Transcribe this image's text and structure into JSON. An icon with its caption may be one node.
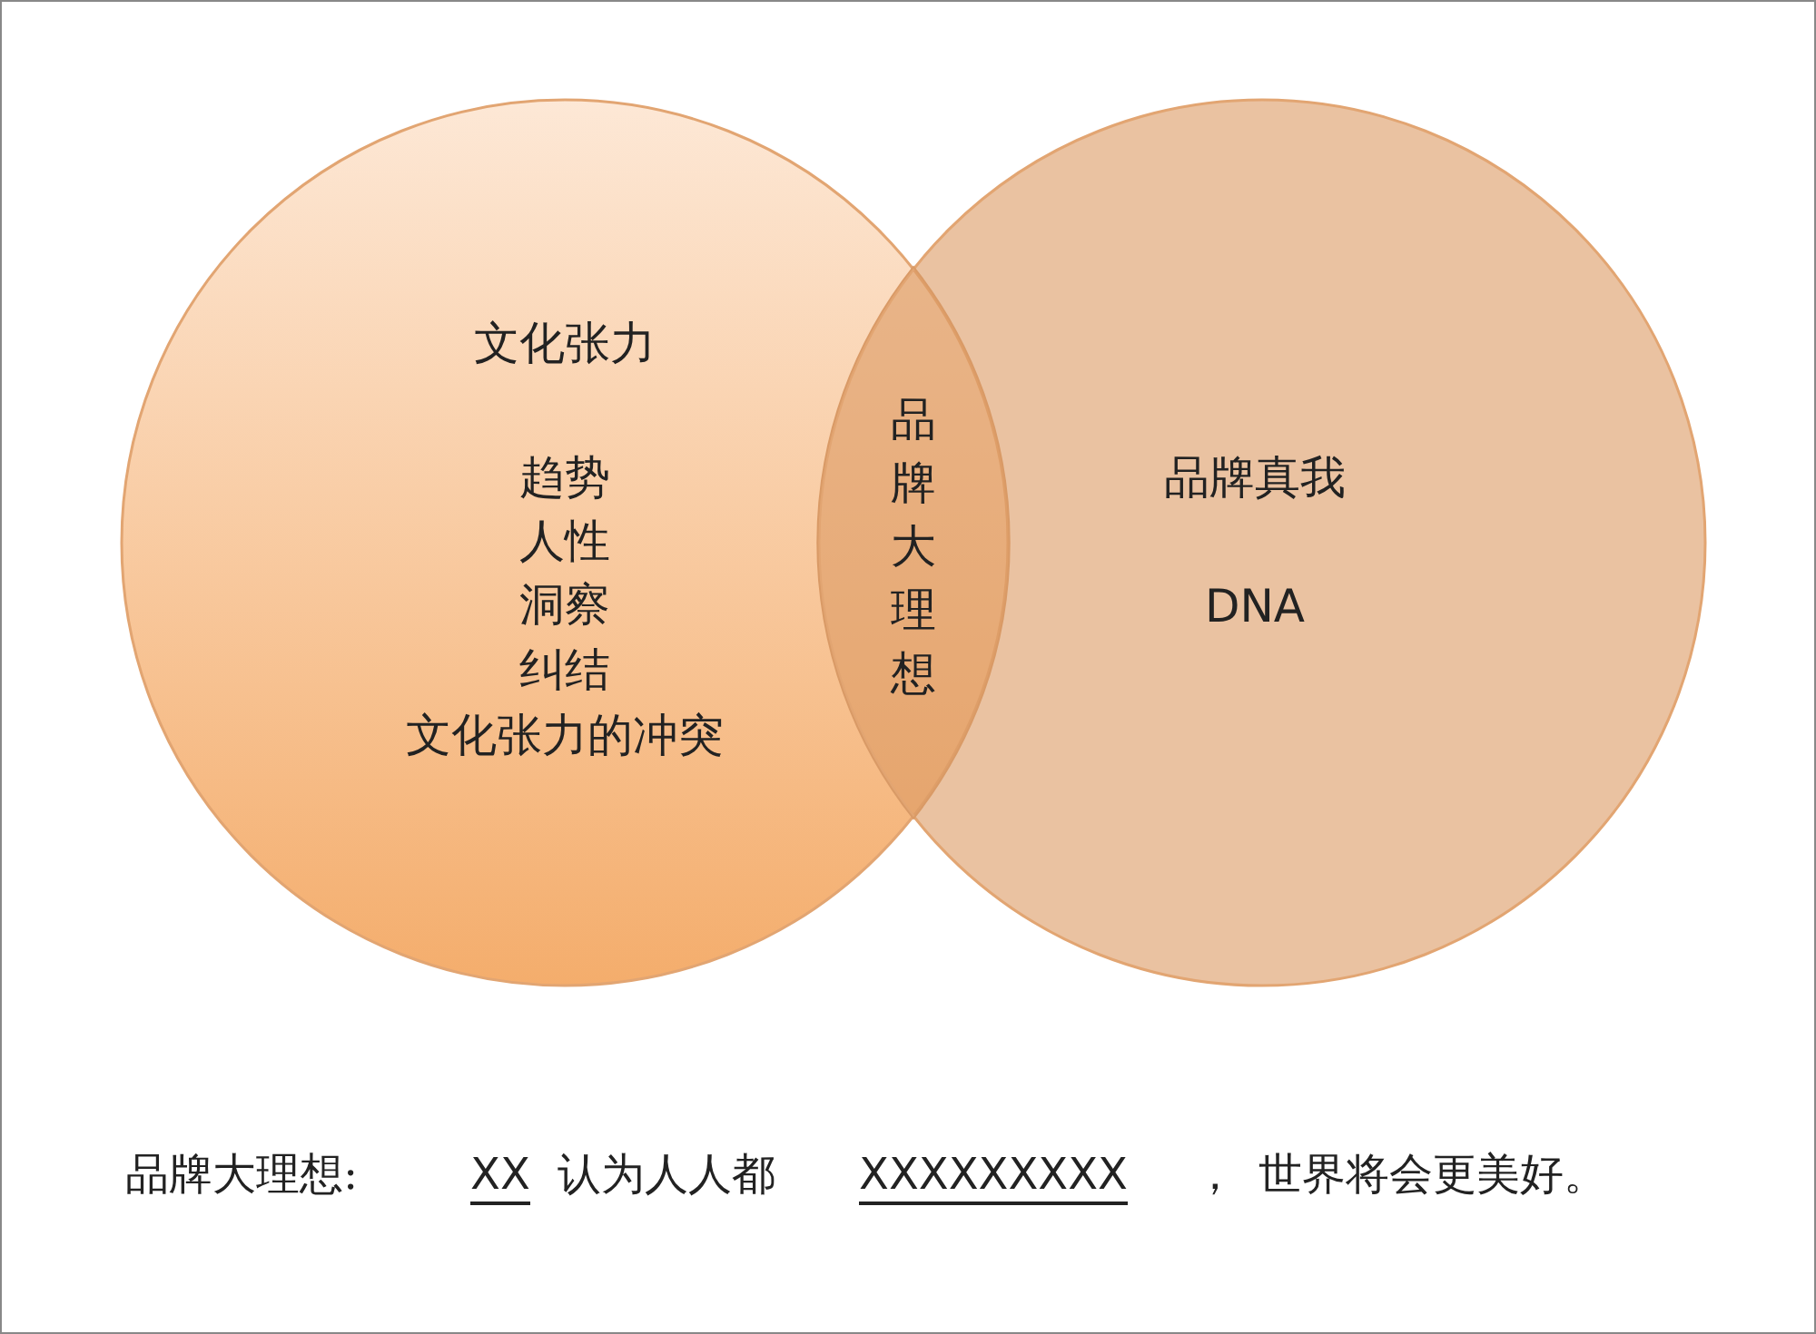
{
  "diagram": {
    "nodes": [
      {
        "text": [
          "文化张力",
          "趋势",
          "人性",
          "洞察",
          "纠结",
          "文化张力的冲突"
        ]
      },
      {
        "text": [
          "品牌真我",
          "DNA"
        ]
      },
      {
        "text": [
          "品牌大理想"
        ]
      }
    ],
    "labels": [
      "品牌大理想:",
      "XX",
      "认为人人都",
      "XXXXXXXXX",
      "，",
      "世界将会更美好。"
    ]
  }
}
